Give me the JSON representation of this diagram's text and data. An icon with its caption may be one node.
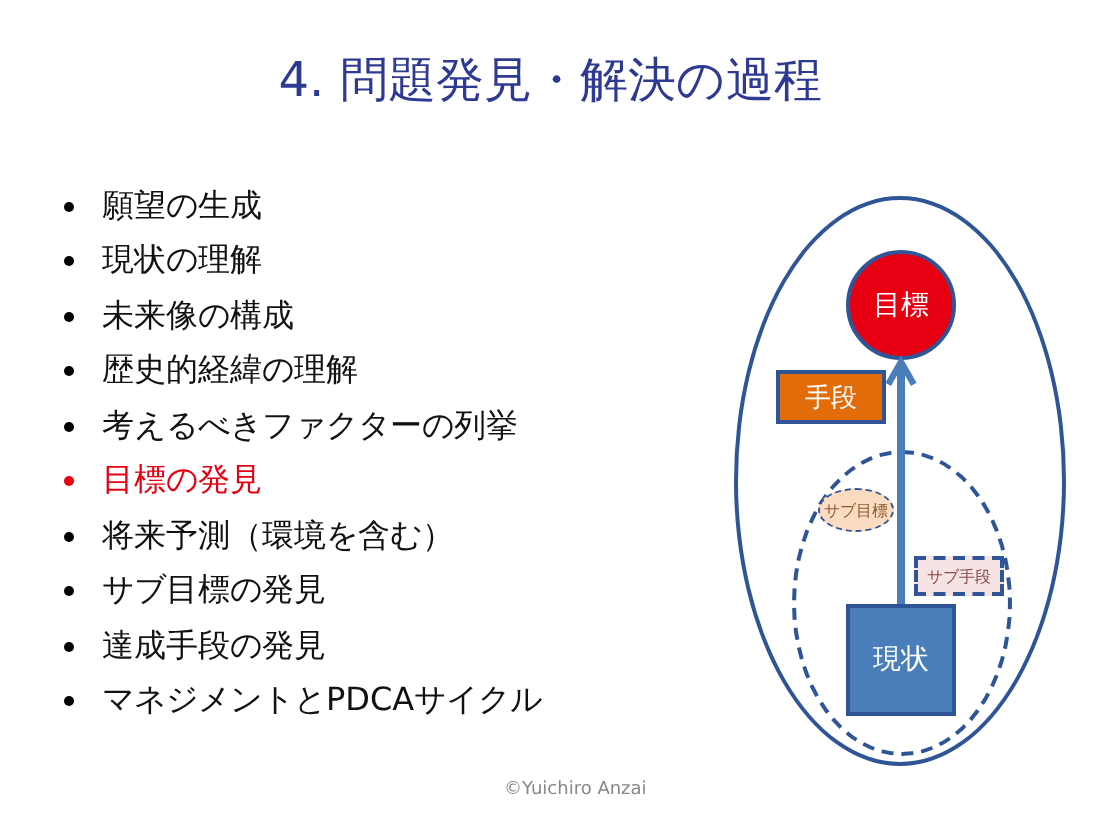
{
  "diagram": {
    "title": "4. 問題発見・解決の過程",
    "nodes": [
      {
        "text": [],
        "shape": "ellipse"
      },
      {
        "text": [
          "目標"
        ],
        "in": 0
      },
      {
        "text": [
          "手段"
        ],
        "in": 0
      },
      {
        "text": [],
        "shape": "ellipse",
        "in": 0
      },
      {
        "text": [
          "サブ目標"
        ],
        "in": 3
      },
      {
        "text": [
          "サブ手段"
        ],
        "in": 3
      },
      {
        "text": [
          "現状"
        ],
        "in": 3
      }
    ],
    "edges": [
      {
        "from": 6,
        "to": 1,
        "arrow": "to"
      }
    ],
    "labels": [
      "願望の生成",
      "現状の理解",
      "未来像の構成",
      "歴史的経緯の理解",
      "考えるべきファクターの列挙",
      "目標の発見",
      "将来予測（環境を含む）",
      "サブ目標の発見",
      "達成手段の発見",
      "マネジメントとPDCAサイクル",
      "©Yuichiro Anzai"
    ]
  }
}
